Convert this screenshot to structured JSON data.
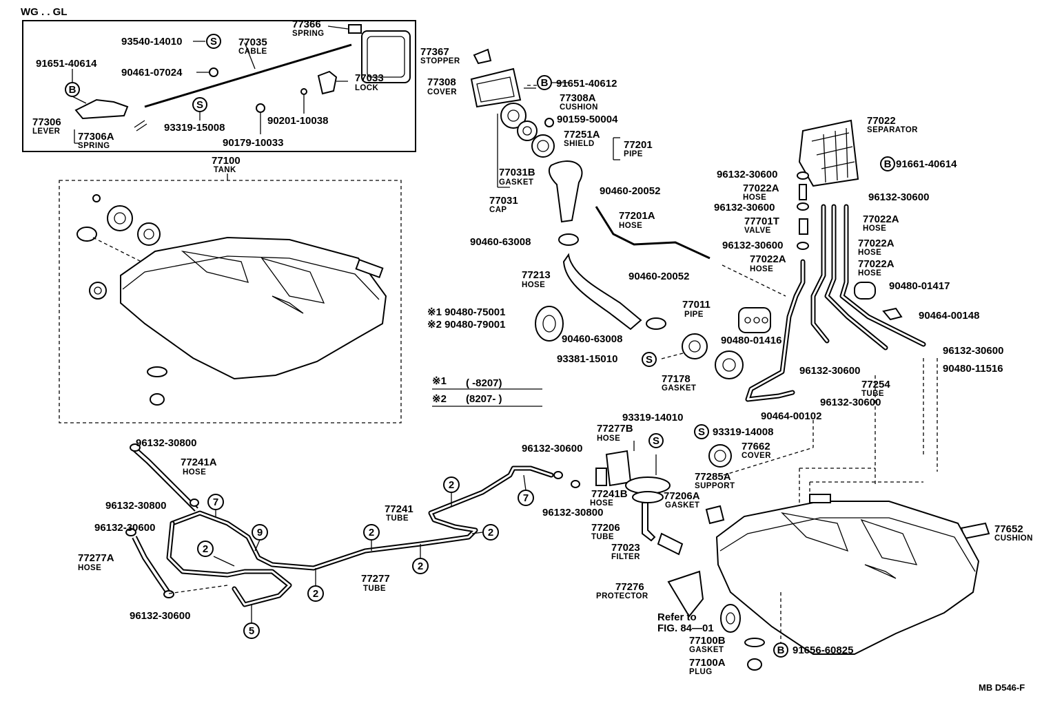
{
  "header": {
    "model": "WG . . GL"
  },
  "footer": {
    "code": "MB D546-F"
  },
  "legend": {
    "mark1": "※1",
    "range1": "(        -8207)",
    "mark2": "※2",
    "range2": "(8207-        )"
  },
  "refer": {
    "line1": "Refer to",
    "line2": "FIG. 84—01"
  },
  "marks": {
    "S": "S",
    "B": "B"
  },
  "callouts": {
    "c2": "2",
    "c5": "5",
    "c7": "7",
    "c9": "9"
  },
  "parts": {
    "p77366": {
      "num": "77366",
      "name": "SPRING"
    },
    "p93540_14010": {
      "num": "93540-14010"
    },
    "p77035": {
      "num": "77035",
      "name": "CABLE"
    },
    "p91651_40614": {
      "num": "91651-40614"
    },
    "p90461_07024": {
      "num": "90461-07024"
    },
    "p77033": {
      "num": "77033",
      "name": "LOCK"
    },
    "p77306": {
      "num": "77306",
      "name": "LEVER"
    },
    "p77306A": {
      "num": "77306A",
      "name": "SPRING"
    },
    "p93319_15008": {
      "num": "93319-15008"
    },
    "p90201_10038": {
      "num": "90201-10038"
    },
    "p90179_10033": {
      "num": "90179-10033"
    },
    "p77100": {
      "num": "77100",
      "name": "TANK"
    },
    "p77367": {
      "num": "77367",
      "name": "STOPPER"
    },
    "p77308": {
      "num": "77308",
      "name": "COVER"
    },
    "p91651_40612": {
      "num": "91651-40612"
    },
    "p77308A": {
      "num": "77308A",
      "name": "CUSHION"
    },
    "p90159_50004": {
      "num": "90159-50004"
    },
    "p77251A": {
      "num": "77251A",
      "name": "SHIELD"
    },
    "p77201": {
      "num": "77201",
      "name": "PIPE"
    },
    "p77031B": {
      "num": "77031B",
      "name": "GASKET"
    },
    "p90460_20052a": {
      "num": "90460-20052"
    },
    "p77031": {
      "num": "77031",
      "name": "CAP"
    },
    "p77201A": {
      "num": "77201A",
      "name": "HOSE"
    },
    "p90460_63008a": {
      "num": "90460-63008"
    },
    "p77213": {
      "num": "77213",
      "name": "HOSE"
    },
    "p90460_20052b": {
      "num": "90460-20052"
    },
    "p90480_75001": {
      "num": "※1 90480-75001"
    },
    "p90480_79001": {
      "num": "※2 90480-79001"
    },
    "p77011": {
      "num": "77011",
      "name": "PIPE"
    },
    "p90460_63008b": {
      "num": "90460-63008"
    },
    "p90480_01416": {
      "num": "90480-01416"
    },
    "p93381_15010": {
      "num": "93381-15010"
    },
    "p77178": {
      "num": "77178",
      "name": "GASKET"
    },
    "p77022": {
      "num": "77022",
      "name": "SEPARATOR"
    },
    "p91661_40614": {
      "num": "91661-40614"
    },
    "p96132_30600a": {
      "num": "96132-30600"
    },
    "p77022A_1": {
      "num": "77022A",
      "name": "HOSE"
    },
    "p96132_30600b": {
      "num": "96132-30600"
    },
    "p96132_30600c": {
      "num": "96132-30600"
    },
    "p77701T": {
      "num": "77701T",
      "name": "VALVE"
    },
    "p77022A_2": {
      "num": "77022A",
      "name": "HOSE"
    },
    "p96132_30600d": {
      "num": "96132-30600"
    },
    "p77022A_3": {
      "num": "77022A",
      "name": "HOSE"
    },
    "p77022A_4": {
      "num": "77022A",
      "name": "HOSE"
    },
    "p77022A_5": {
      "num": "77022A",
      "name": "HOSE"
    },
    "p90480_01417": {
      "num": "90480-01417"
    },
    "p90464_00148": {
      "num": "90464-00148"
    },
    "p96132_30600e": {
      "num": "96132-30600"
    },
    "p96132_30600f": {
      "num": "96132-30600"
    },
    "p90480_11516": {
      "num": "90480-11516"
    },
    "p77254": {
      "num": "77254",
      "name": "TUBE"
    },
    "p96132_30600g": {
      "num": "96132-30600"
    },
    "p90464_00102": {
      "num": "90464-00102"
    },
    "p93319_14010": {
      "num": "93319-14010"
    },
    "p93319_14008": {
      "num": "93319-14008"
    },
    "p77662": {
      "num": "77662",
      "name": "COVER"
    },
    "p77285A": {
      "num": "77285A",
      "name": "SUPPORT"
    },
    "p77277B": {
      "num": "77277B",
      "name": "HOSE"
    },
    "p96132_30600h": {
      "num": "96132-30600"
    },
    "p77241B": {
      "num": "77241B",
      "name": "HOSE"
    },
    "p77206A": {
      "num": "77206A",
      "name": "GASKET"
    },
    "p96132_30800a": {
      "num": "96132-30800"
    },
    "p77206": {
      "num": "77206",
      "name": "TUBE"
    },
    "p77023": {
      "num": "77023",
      "name": "FILTER"
    },
    "p77652": {
      "num": "77652",
      "name": "CUSHION"
    },
    "p77276": {
      "num": "77276",
      "name": "PROTECTOR"
    },
    "p77100B": {
      "num": "77100B",
      "name": "GASKET"
    },
    "p91656_60825": {
      "num": "91656-60825"
    },
    "p77100A": {
      "num": "77100A",
      "name": "PLUG"
    },
    "p96132_30800b": {
      "num": "96132-30800"
    },
    "p77241A": {
      "num": "77241A",
      "name": "HOSE"
    },
    "p96132_30800c": {
      "num": "96132-30800"
    },
    "p96132_30600i": {
      "num": "96132-30600"
    },
    "p77241": {
      "num": "77241",
      "name": "TUBE"
    },
    "p77277A": {
      "num": "77277A",
      "name": "HOSE"
    },
    "p77277": {
      "num": "77277",
      "name": "TUBE"
    },
    "p96132_30600j": {
      "num": "96132-30600"
    }
  }
}
